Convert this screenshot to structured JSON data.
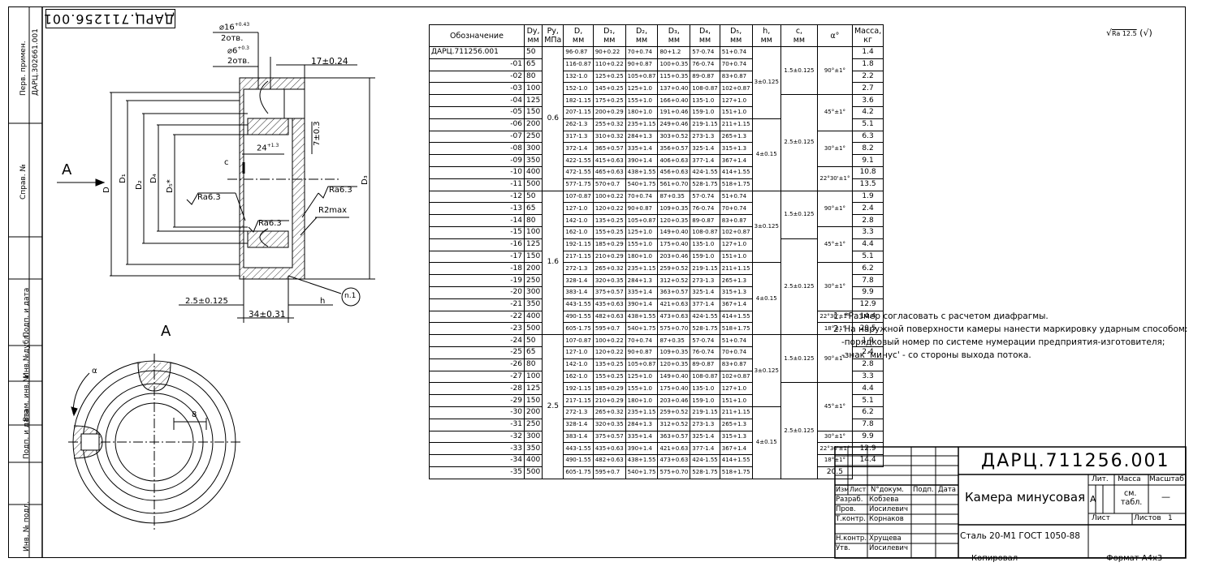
{
  "stamp": {
    "code_rotated": "ДАРЦ.711256.001"
  },
  "side": {
    "perv_primen": "Перв. примен.",
    "perv_code": "ДАРЦ.302661.001",
    "sprav": "Справ. №",
    "podp_data_1": "Подп. и дата",
    "inv_dubl": "Инв.№дубл.",
    "vzam_inv": "Взам. инв.№",
    "podp_data_2": "Подп. и дата",
    "inv_podl": "Инв. № подл."
  },
  "drawing": {
    "view_a_label": "A",
    "view_a_arrow_label": "A",
    "d16": "⌀16",
    "d16_tol": "+0.43",
    "holes1": "2отв.",
    "d6": "⌀6",
    "d6_tol": "+0.3",
    "holes2": "2отв.",
    "dim_17": "17±0.24",
    "dim_24": "24",
    "dim_24_tol": "+1.3",
    "dim_7": "7±0.3",
    "lbl_c": "c",
    "lbl_D": "D",
    "lbl_D1": "D₁",
    "lbl_D2": "D₂",
    "lbl_D4": "D₄",
    "lbl_D5": "D₅*",
    "lbl_D3": "D₃",
    "ra1": "Ra6.3",
    "ra2": "Ra6.3",
    "ra3": "Ra6.3",
    "r2max": "R2max",
    "dim_25": "2.5±0.125",
    "lbl_h": "h",
    "dim_34": "34±0.31",
    "n1": "n.1",
    "lbl_alpha": "α",
    "dim_8": "8"
  },
  "table": {
    "headers": {
      "designation": "Обозначение",
      "dy": "Dу,",
      "dy_u": "мм",
      "py": "Pу,",
      "py_u": "МПа",
      "d": "D,",
      "d_u": "мм",
      "d1": "D₁,",
      "d1_u": "мм",
      "d2": "D₂,",
      "d2_u": "мм",
      "d3": "D₃,",
      "d3_u": "мм",
      "d4": "D₄,",
      "d4_u": "мм",
      "d5": "D₅,",
      "d5_u": "мм",
      "h": "h,",
      "h_u": "мм",
      "c": "c,",
      "c_u": "мм",
      "alpha": "α°",
      "mass": "Масса,",
      "mass_u": "кг"
    },
    "rows": [
      {
        "des": "ДАРЦ.711256.001",
        "dy": "50",
        "d": "96-0.87",
        "d1": "90+0.22",
        "d2": "70+0.74",
        "d3": "80+1.2",
        "d4": "57-0.74",
        "d5": "51+0.74",
        "mass": "1.4"
      },
      {
        "des": "-01",
        "dy": "65",
        "d": "116-0.87",
        "d1": "110+0.22",
        "d2": "90+0.87",
        "d3": "100+0.35",
        "d4": "76-0.74",
        "d5": "70+0.74",
        "mass": "1.8"
      },
      {
        "des": "-02",
        "dy": "80",
        "d": "132-1.0",
        "d1": "125+0.25",
        "d2": "105+0.87",
        "d3": "115+0.35",
        "d4": "89-0.87",
        "d5": "83+0.87",
        "mass": "2.2"
      },
      {
        "des": "-03",
        "dy": "100",
        "d": "152-1.0",
        "d1": "145+0.25",
        "d2": "125+1.0",
        "d3": "137+0.40",
        "d4": "108-0.87",
        "d5": "102+0.87",
        "mass": "2.7"
      },
      {
        "des": "-04",
        "dy": "125",
        "d": "182-1.15",
        "d1": "175+0.25",
        "d2": "155+1.0",
        "d3": "166+0.40",
        "d4": "135-1.0",
        "d5": "127+1.0",
        "mass": "3.6"
      },
      {
        "des": "-05",
        "dy": "150",
        "d": "207-1.15",
        "d1": "200+0.29",
        "d2": "180+1.0",
        "d3": "191+0.46",
        "d4": "159-1.0",
        "d5": "151+1.0",
        "mass": "4.2"
      },
      {
        "des": "-06",
        "dy": "200",
        "d": "262-1.3",
        "d1": "255+0.32",
        "d2": "235+1.15",
        "d3": "249+0.46",
        "d4": "219-1.15",
        "d5": "211+1.15",
        "mass": "5.1"
      },
      {
        "des": "-07",
        "dy": "250",
        "d": "317-1.3",
        "d1": "310+0.32",
        "d2": "284+1.3",
        "d3": "303+0.52",
        "d4": "273-1.3",
        "d5": "265+1.3",
        "mass": "6.3"
      },
      {
        "des": "-08",
        "dy": "300",
        "d": "372-1.4",
        "d1": "365+0.57",
        "d2": "335+1.4",
        "d3": "356+0.57",
        "d4": "325-1.4",
        "d5": "315+1.3",
        "mass": "8.2"
      },
      {
        "des": "-09",
        "dy": "350",
        "d": "422-1.55",
        "d1": "415+0.63",
        "d2": "390+1.4",
        "d3": "406+0.63",
        "d4": "377-1.4",
        "d5": "367+1.4",
        "mass": "9.1"
      },
      {
        "des": "-10",
        "dy": "400",
        "d": "472-1.55",
        "d1": "465+0.63",
        "d2": "438+1.55",
        "d3": "456+0.63",
        "d4": "424-1.55",
        "d5": "414+1.55",
        "mass": "10.8"
      },
      {
        "des": "-11",
        "dy": "500",
        "d": "577-1.75",
        "d1": "570+0.7",
        "d2": "540+1.75",
        "d3": "561+0.70",
        "d4": "528-1.75",
        "d5": "518+1.75",
        "mass": "13.5"
      },
      {
        "des": "-12",
        "dy": "50",
        "d": "107-0.87",
        "d1": "100+0.22",
        "d2": "70+0.74",
        "d3": "87+0.35",
        "d4": "57-0.74",
        "d5": "51+0.74",
        "mass": "1.9"
      },
      {
        "des": "-13",
        "dy": "65",
        "d": "127-1.0",
        "d1": "120+0.22",
        "d2": "90+0.87",
        "d3": "109+0.35",
        "d4": "76-0.74",
        "d5": "70+0.74",
        "mass": "2.4"
      },
      {
        "des": "-14",
        "dy": "80",
        "d": "142-1.0",
        "d1": "135+0.25",
        "d2": "105+0.87",
        "d3": "120+0.35",
        "d4": "89-0.87",
        "d5": "83+0.87",
        "mass": "2.8"
      },
      {
        "des": "-15",
        "dy": "100",
        "d": "162-1.0",
        "d1": "155+0.25",
        "d2": "125+1.0",
        "d3": "149+0.40",
        "d4": "108-0.87",
        "d5": "102+0.87",
        "mass": "3.3"
      },
      {
        "des": "-16",
        "dy": "125",
        "d": "192-1.15",
        "d1": "185+0.29",
        "d2": "155+1.0",
        "d3": "175+0.40",
        "d4": "135-1.0",
        "d5": "127+1.0",
        "mass": "4.4"
      },
      {
        "des": "-17",
        "dy": "150",
        "d": "217-1.15",
        "d1": "210+0.29",
        "d2": "180+1.0",
        "d3": "203+0.46",
        "d4": "159-1.0",
        "d5": "151+1.0",
        "mass": "5.1"
      },
      {
        "des": "-18",
        "dy": "200",
        "d": "272-1.3",
        "d1": "265+0.32",
        "d2": "235+1.15",
        "d3": "259+0.52",
        "d4": "219-1.15",
        "d5": "211+1.15",
        "mass": "6.2"
      },
      {
        "des": "-19",
        "dy": "250",
        "d": "328-1.4",
        "d1": "320+0.35",
        "d2": "284+1.3",
        "d3": "312+0.52",
        "d4": "273-1.3",
        "d5": "265+1.3",
        "mass": "7.8"
      },
      {
        "des": "-20",
        "dy": "300",
        "d": "383-1.4",
        "d1": "375+0.57",
        "d2": "335+1.4",
        "d3": "363+0.57",
        "d4": "325-1.4",
        "d5": "315+1.3",
        "mass": "9.9"
      },
      {
        "des": "-21",
        "dy": "350",
        "d": "443-1.55",
        "d1": "435+0.63",
        "d2": "390+1.4",
        "d3": "421+0.63",
        "d4": "377-1.4",
        "d5": "367+1.4",
        "mass": "12.9"
      },
      {
        "des": "-22",
        "dy": "400",
        "d": "490-1.55",
        "d1": "482+0.63",
        "d2": "438+1.55",
        "d3": "473+0.63",
        "d4": "424-1.55",
        "d5": "414+1.55",
        "mass": "14.4"
      },
      {
        "des": "-23",
        "dy": "500",
        "d": "605-1.75",
        "d1": "595+0.7",
        "d2": "540+1.75",
        "d3": "575+0.70",
        "d4": "528-1.75",
        "d5": "518+1.75",
        "mass": "20.5"
      },
      {
        "des": "-24",
        "dy": "50",
        "d": "107-0.87",
        "d1": "100+0.22",
        "d2": "70+0.74",
        "d3": "87+0.35",
        "d4": "57-0.74",
        "d5": "51+0.74",
        "mass": "1.9"
      },
      {
        "des": "-25",
        "dy": "65",
        "d": "127-1.0",
        "d1": "120+0.22",
        "d2": "90+0.87",
        "d3": "109+0.35",
        "d4": "76-0.74",
        "d5": "70+0.74",
        "mass": "2.4"
      },
      {
        "des": "-26",
        "dy": "80",
        "d": "142-1.0",
        "d1": "135+0.25",
        "d2": "105+0.87",
        "d3": "120+0.35",
        "d4": "89-0.87",
        "d5": "83+0.87",
        "mass": "2.8"
      },
      {
        "des": "-27",
        "dy": "100",
        "d": "162-1.0",
        "d1": "155+0.25",
        "d2": "125+1.0",
        "d3": "149+0.40",
        "d4": "108-0.87",
        "d5": "102+0.87",
        "mass": "3.3"
      },
      {
        "des": "-28",
        "dy": "125",
        "d": "192-1.15",
        "d1": "185+0.29",
        "d2": "155+1.0",
        "d3": "175+0.40",
        "d4": "135-1.0",
        "d5": "127+1.0",
        "mass": "4.4"
      },
      {
        "des": "-29",
        "dy": "150",
        "d": "217-1.15",
        "d1": "210+0.29",
        "d2": "180+1.0",
        "d3": "203+0.46",
        "d4": "159-1.0",
        "d5": "151+1.0",
        "mass": "5.1"
      },
      {
        "des": "-30",
        "dy": "200",
        "d": "272-1.3",
        "d1": "265+0.32",
        "d2": "235+1.15",
        "d3": "259+0.52",
        "d4": "219-1.15",
        "d5": "211+1.15",
        "mass": "6.2"
      },
      {
        "des": "-31",
        "dy": "250",
        "d": "328-1.4",
        "d1": "320+0.35",
        "d2": "284+1.3",
        "d3": "312+0.52",
        "d4": "273-1.3",
        "d5": "265+1.3",
        "mass": "7.8"
      },
      {
        "des": "-32",
        "dy": "300",
        "d": "383-1.4",
        "d1": "375+0.57",
        "d2": "335+1.4",
        "d3": "363+0.57",
        "d4": "325-1.4",
        "d5": "315+1.3",
        "mass": "9.9"
      },
      {
        "des": "-33",
        "dy": "350",
        "d": "443-1.55",
        "d1": "435+0.63",
        "d2": "390+1.4",
        "d3": "421+0.63",
        "d4": "377-1.4",
        "d5": "367+1.4",
        "mass": "12.9"
      },
      {
        "des": "-34",
        "dy": "400",
        "d": "490-1.55",
        "d1": "482+0.63",
        "d2": "438+1.55",
        "d3": "473+0.63",
        "d4": "424-1.55",
        "d5": "414+1.55",
        "mass": "14.4"
      },
      {
        "des": "-35",
        "dy": "500",
        "d": "605-1.75",
        "d1": "595+0.7",
        "d2": "540+1.75",
        "d3": "575+0.70",
        "d4": "528-1.75",
        "d5": "518+1.75",
        "mass": "20.5"
      }
    ],
    "groups": {
      "py": [
        "0.6",
        "1.6",
        "2.5"
      ],
      "h": [
        "3±0.125",
        "4±0.15",
        "3±0.125",
        "4±0.15",
        "3±0.125",
        "4±0.15"
      ],
      "c": [
        "1.5±0.125",
        "2.5±0.125",
        "1.5±0.125",
        "2.5±0.125",
        "1.5±0.125",
        "2.5±0.125"
      ],
      "alpha": [
        "90°±1°",
        "45°±1°",
        "30°±1°",
        "22°30'±1°",
        "90°±1°",
        "45°±1°",
        "30°±1°",
        "22°30'±1°",
        "18°±1°",
        "90°±1°",
        "45°±1°",
        "30°±1°",
        "22°30'±1°",
        "18°±1°"
      ]
    }
  },
  "roughness": {
    "value": "Ra 12.5",
    "symbol": "(√)"
  },
  "notes": {
    "n1": "1. *Размер согласовать с расчетом диафрагмы.",
    "n2": "2. На наружной поверхности камеры нанести маркировку ударным способом:",
    "n2a": "-порядковый номер по системе нумерации предприятия-изготовителя;",
    "n2b": "-знак 'минус' - со стороны выхода потока."
  },
  "title_block": {
    "code": "ДАРЦ.711256.001",
    "name": "Камера минусовая",
    "material": "Сталь 20-М1 ГОСТ 1050-88",
    "h_izm": "Изм",
    "h_list": "Лист",
    "h_ndoc": "N°докум.",
    "h_podp": "Подп.",
    "h_data": "Дата",
    "razrab": "Разраб.",
    "razrab_name": "Кобзева",
    "prov": "Пров.",
    "prov_name": "Иосилевич",
    "tkontr": "Т.контр.",
    "tkontr_name": "Корнаков",
    "nkontr": "Н.контр.",
    "nkontr_name": "Хрущева",
    "utv": "Утв.",
    "utv_name": "Иосилевич",
    "lit": "Лит.",
    "massa": "Масса",
    "masshtab": "Масштаб",
    "lit_val": "A",
    "mass_val": "см.",
    "mass_val2": "табл.",
    "scale_val": "—",
    "list_lbl": "Лист",
    "listov_lbl": "Листов",
    "listov_val": "1"
  },
  "bottom": {
    "copied": "Копировал",
    "format": "Формат  A4x3"
  }
}
